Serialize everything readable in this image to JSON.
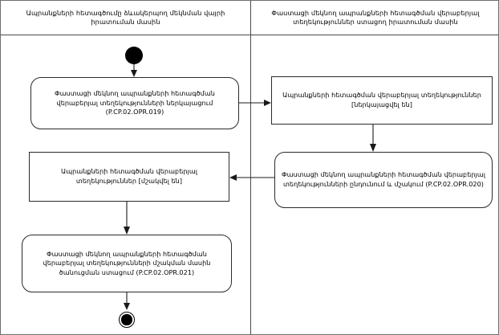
{
  "diagram": {
    "type": "uml-activity-diagram",
    "title": "",
    "partitions": [
      {
        "id": "left",
        "name": "Ապրանքների հետագծումը ձևակերպող մեկնման վայրի իրատուման մասին"
      },
      {
        "id": "right",
        "name": "Փաստացի մեկնող ապրանքների հետագծման վերաբերյալ տեղեկություններ ստացող իրատուման մասին"
      }
    ],
    "nodes": [
      {
        "id": "initial",
        "kind": "initial-node",
        "partition": "left",
        "label": ""
      },
      {
        "id": "action-019",
        "kind": "action",
        "partition": "left",
        "label": "Փաստացի մեկնող ապրանքների հետագծման վերաբերյալ տեղեկությունների ներկայացում (P.CP.02.OPR.019)",
        "code": "P.CP.02.OPR.019"
      },
      {
        "id": "object-submitted",
        "kind": "object",
        "partition": "right",
        "label": "Ապրանքների հետագծման վերաբերյալ տեղեկություններ [ներկայացվել են]",
        "state": "ներկայացվել են"
      },
      {
        "id": "action-020",
        "kind": "action",
        "partition": "right",
        "label": "Փաստացի մեկնող ապրանքների հետագծման վերաբերյալ տեղեկությունների ընդունում և մշակում (P.CP.02.OPR.020)",
        "code": "P.CP.02.OPR.020"
      },
      {
        "id": "object-processed",
        "kind": "object",
        "partition": "left",
        "label": "Ապրանքների հետագծման վերաբերյալ տեղեկություններ [մշակվել են]",
        "state": "մշակվել են"
      },
      {
        "id": "action-021",
        "kind": "action",
        "partition": "left",
        "label": "Փաստացի մեկնող ապրանքների հետագծման վերաբերյալ տեղեկությունների մշակման մասին ծանուցման ստացում (P.CP.02.OPR.021)",
        "code": "P.CP.02.OPR.021"
      },
      {
        "id": "final",
        "kind": "final-node",
        "partition": "left",
        "label": ""
      }
    ],
    "edges": [
      {
        "from": "initial",
        "to": "action-019",
        "label": ""
      },
      {
        "from": "action-019",
        "to": "object-submitted",
        "label": ""
      },
      {
        "from": "object-submitted",
        "to": "action-020",
        "label": ""
      },
      {
        "from": "action-020",
        "to": "object-processed",
        "label": ""
      },
      {
        "from": "object-processed",
        "to": "action-021",
        "label": ""
      },
      {
        "from": "action-021",
        "to": "final",
        "label": ""
      }
    ],
    "colors": {
      "background": "#ffffff",
      "border": "#2b2b2b",
      "partition_border": "#4a4a4a",
      "edge": "#1a1a1a",
      "node_fill": "#000000",
      "text": "#000000"
    }
  }
}
